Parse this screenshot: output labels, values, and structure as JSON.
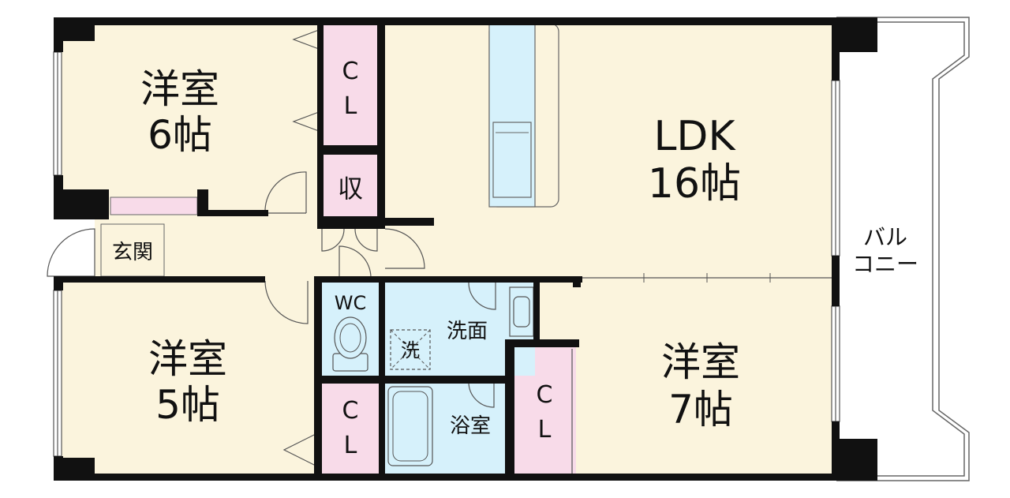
{
  "colors": {
    "room": "#fbf4dd",
    "closet": "#f8dbe9",
    "wet": "#d6f1fb",
    "wall": "#111111",
    "line": "#666666"
  },
  "rooms": {
    "western1": {
      "name": "洋室",
      "size": "6帖"
    },
    "western2": {
      "name": "洋室",
      "size": "5帖"
    },
    "western3": {
      "name": "洋室",
      "size": "7帖"
    },
    "ldk": {
      "name": "LDK",
      "size": "16帖"
    },
    "entrance": "玄関",
    "storage": "収",
    "wc": "WC",
    "washroom": "洗面",
    "washer": "洗",
    "bath": "浴室",
    "balcony_line1": "バル",
    "balcony_line2": "コニー"
  },
  "closets": {
    "c1": "C",
    "l1": "L",
    "c2": "C",
    "l2": "L",
    "c3": "C",
    "l3": "L"
  }
}
